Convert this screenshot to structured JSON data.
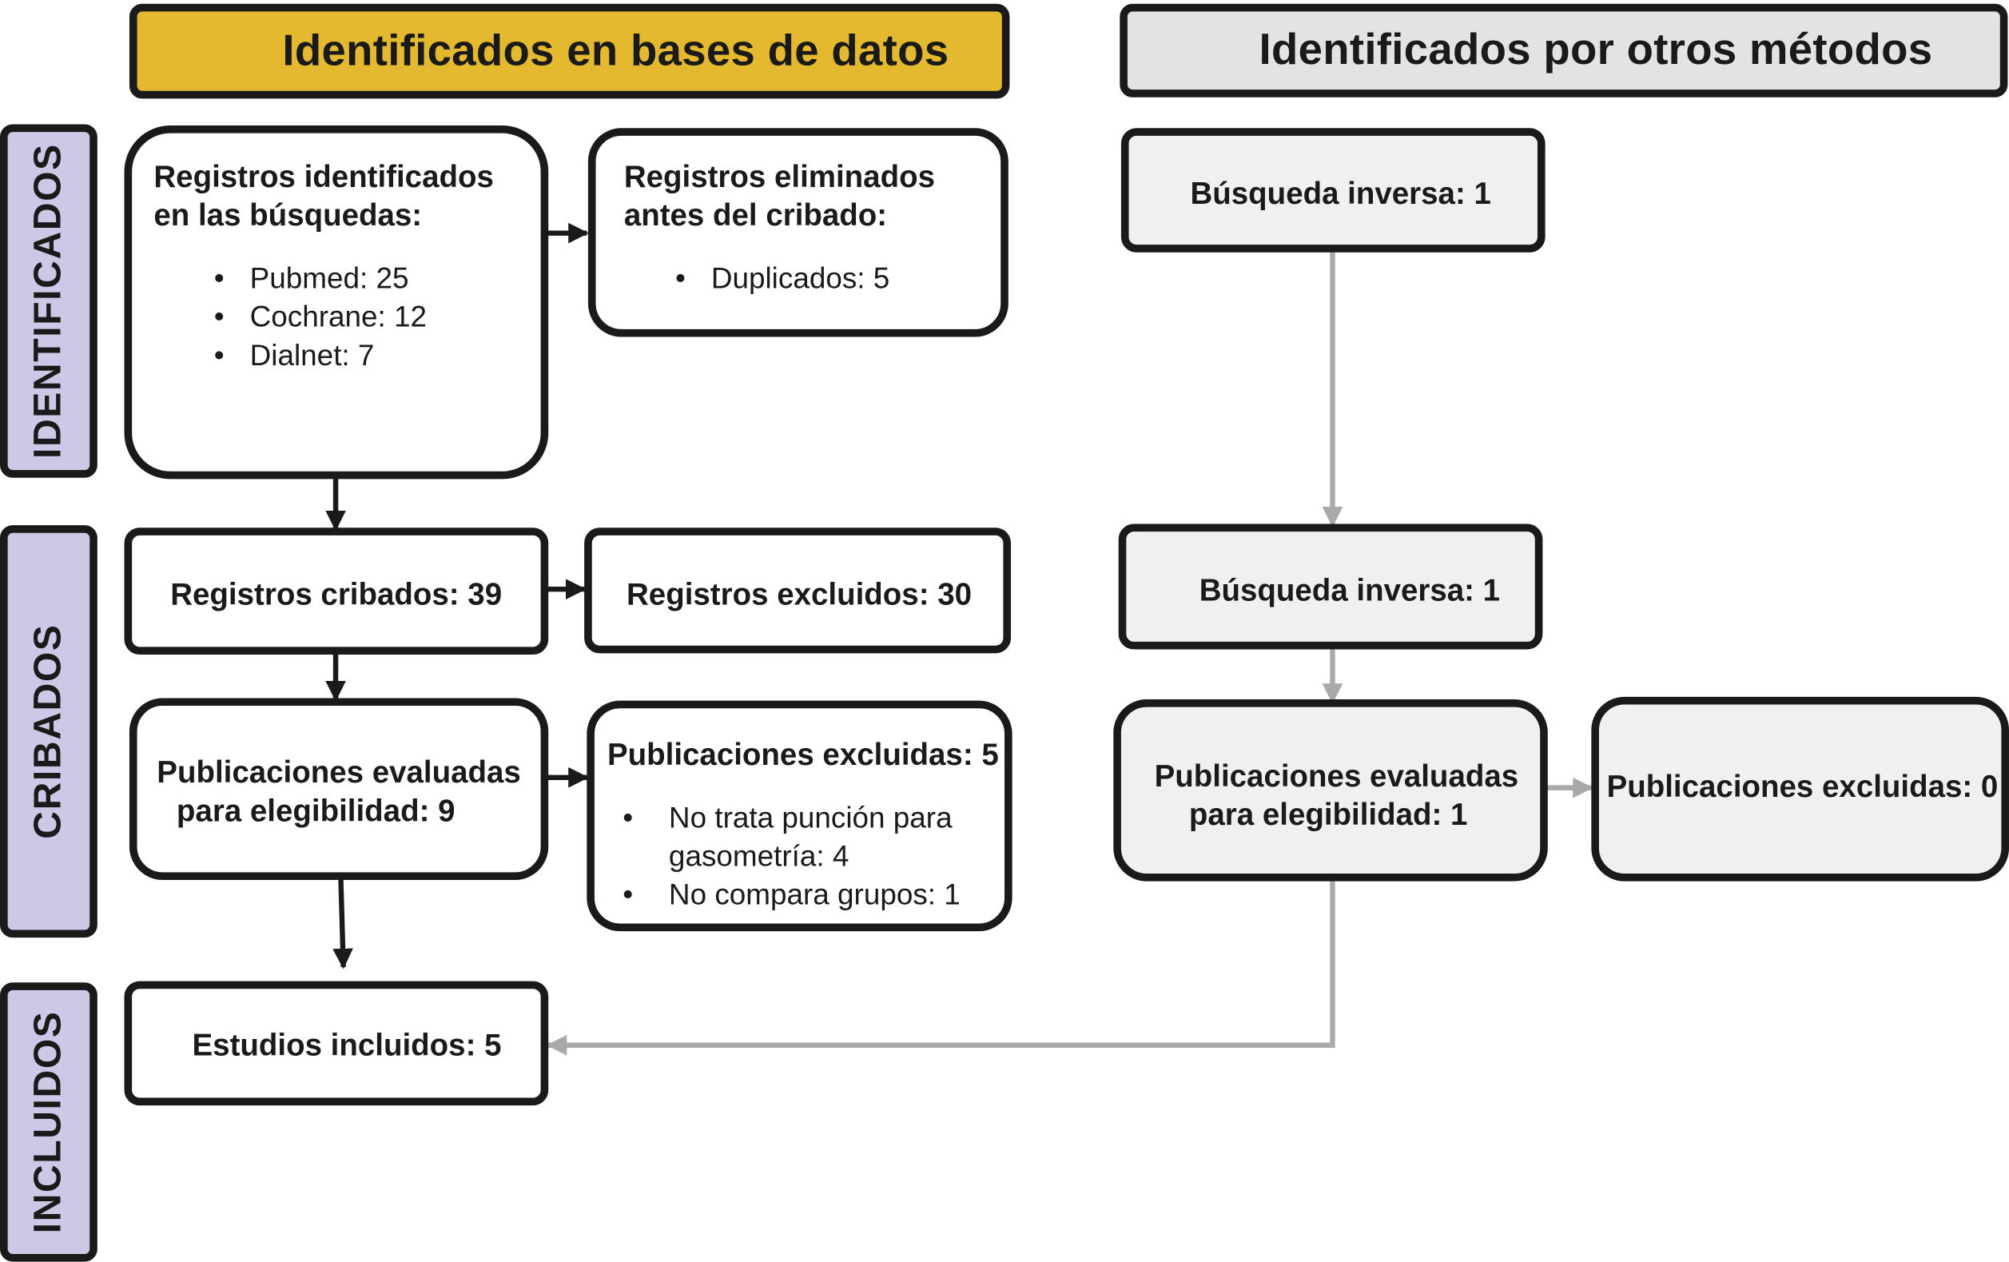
{
  "headers": {
    "databases": "Identificados en bases de datos",
    "other_methods": "Identificados por otros métodos"
  },
  "phases": {
    "identified": "IDENTIFICADOS",
    "screened": "CRIBADOS",
    "included": "INCLUIDOS"
  },
  "left": {
    "identified_title_1": "Registros identificados",
    "identified_title_2": "en las búsquedas:",
    "identified_items": [
      "Pubmed: 25",
      "Cochrane: 12",
      "Dialnet: 7"
    ],
    "removed_title_1": "Registros eliminados",
    "removed_title_2": "antes del cribado:",
    "removed_items": [
      "Duplicados: 5"
    ],
    "screened": "Registros cribados: 39",
    "excluded": "Registros excluidos: 30",
    "assessed_1": "Publicaciones evaluadas",
    "assessed_2": "para elegibilidad: 9",
    "pubs_excluded_title": "Publicaciones excluidas: 5",
    "pubs_excluded_items": [
      "No trata punción para",
      "gasometría: 4",
      "No compara grupos: 1"
    ],
    "included": "Estudios incluidos: 5"
  },
  "right": {
    "search_1": "Búsqueda inversa: 1",
    "search_2": "Búsqueda inversa: 1",
    "assessed_1": "Publicaciones evaluadas",
    "assessed_2": "para elegibilidad: 1",
    "excluded": "Publicaciones excluidas: 0"
  },
  "colors": {
    "header_databases": "#e4b92f",
    "header_other": "#e3e3e5",
    "phase_fill": "#cdc8e6",
    "box_gray": "#f0f0f2",
    "stroke": "#1a1a1a",
    "arrow_gray": "#a9a9a9"
  }
}
